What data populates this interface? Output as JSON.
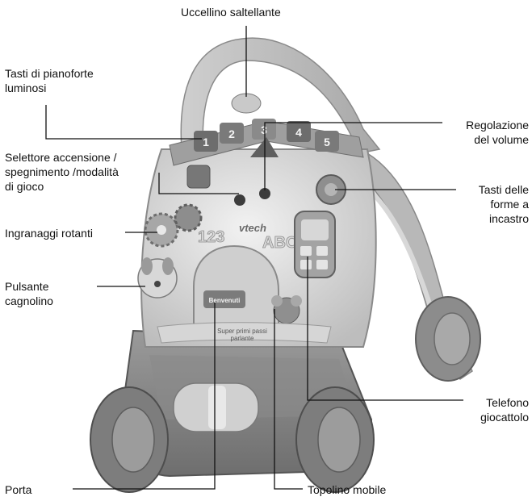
{
  "diagram": {
    "labels": {
      "bird": "Uccellino saltellante",
      "piano_keys": "Tasti di pianoforte\nluminosi",
      "volume": "Regolazione\ndel volume",
      "power_selector": "Selettore accensione /\nspegnimento /modalità\ndi gioco",
      "shape_buttons": "Tasti delle\nforme a\nincastro",
      "gears": "Ingranaggi rotanti",
      "dog_button": "Pulsante\ncagnolino",
      "phone": "Telefono\ngiocattolo",
      "door": "Porta",
      "mouse": "Topolino mobile"
    },
    "toy_markings": {
      "brand": "vtech",
      "door_sign": "Benvenuti",
      "slogan": "Super primi passi\nparlante",
      "numbers": "123",
      "letters": "ABC",
      "key_digits": [
        "1",
        "2",
        "3",
        "4",
        "5"
      ]
    }
  }
}
